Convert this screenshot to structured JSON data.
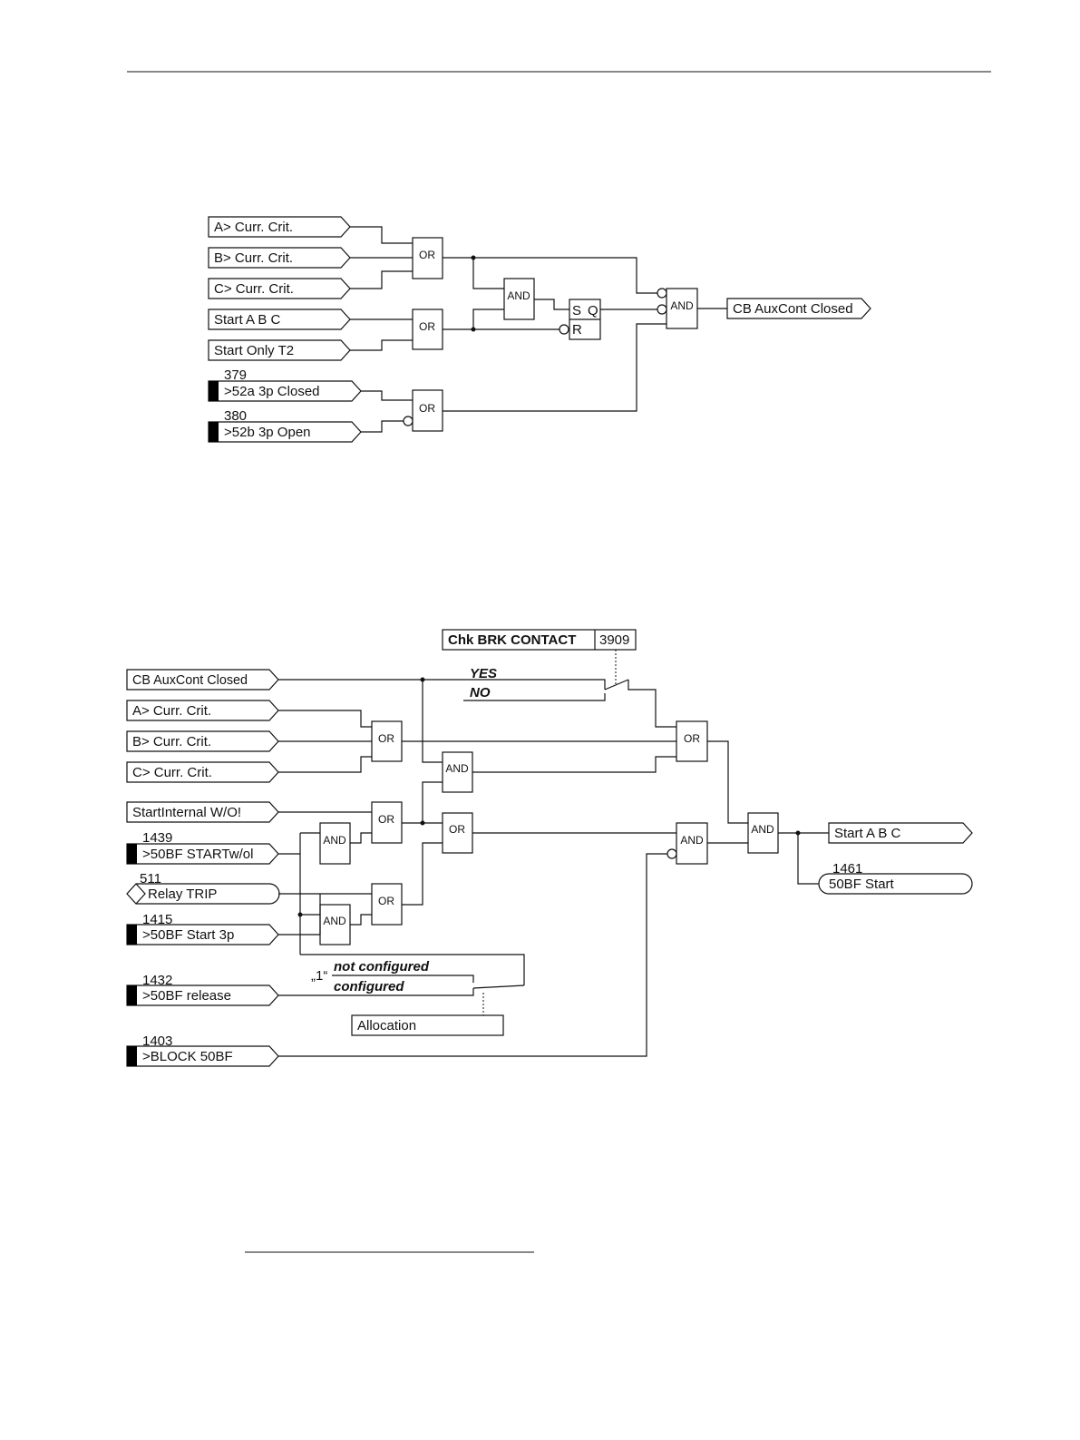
{
  "diagram1": {
    "inputs": {
      "a_curr": "A> Curr. Crit.",
      "b_curr": "B> Curr. Crit.",
      "c_curr": "C> Curr. Crit.",
      "start_abc": "Start A B C",
      "start_t2": "Start Only T2",
      "num_379": "379",
      "closed_52a": ">52a 3p Closed",
      "num_380": "380",
      "open_52b": ">52b 3p Open"
    },
    "gates": {
      "or": "OR",
      "and": "AND",
      "s": "S",
      "q": "Q",
      "r": "R"
    },
    "output": "CB AuxCont Closed"
  },
  "diagram2": {
    "setting_name": "Chk BRK CONTACT",
    "setting_num": "3909",
    "yes": "YES",
    "no": "NO",
    "inputs": {
      "cb_aux": "CB AuxCont Closed",
      "a_curr": "A> Curr. Crit.",
      "b_curr": "B> Curr. Crit.",
      "c_curr": "C> Curr. Crit.",
      "start_internal": "StartInternal W/O!",
      "num_1439": "1439",
      "start_wol": ">50BF STARTw/ol",
      "num_511": "511",
      "relay_trip": "Relay TRIP",
      "num_1415": "1415",
      "start_3p": ">50BF Start 3p",
      "num_1432": "1432",
      "release": ">50BF release",
      "num_1403": "1403",
      "block": ">BLOCK 50BF"
    },
    "gates": {
      "or": "OR",
      "and": "AND"
    },
    "one": "„1“",
    "not_configured": "not configured",
    "configured": "configured",
    "allocation": "Allocation",
    "outputs": {
      "start_abc": "Start A B C",
      "num_1461": "1461",
      "bf_start": "50BF Start"
    }
  }
}
